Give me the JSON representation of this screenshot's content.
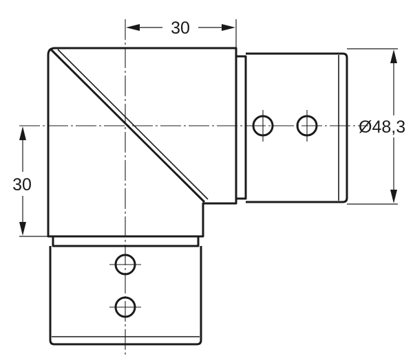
{
  "dimensions": {
    "top_width": "30",
    "left_height": "30",
    "tube_diameter": "Ø48,3"
  },
  "colors": {
    "line": "#1a1a1a",
    "background": "#ffffff"
  }
}
